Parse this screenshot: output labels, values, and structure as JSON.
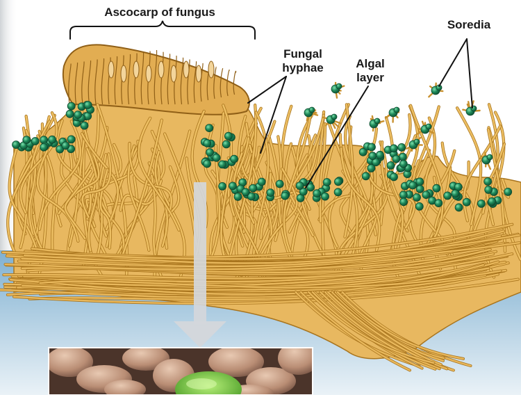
{
  "diagram": {
    "labels": {
      "ascocarp": "Ascocarp of fungus",
      "fungal_hyphae": "Fungal\nhyphae",
      "algal_layer": "Algal\nlayer",
      "soredia": "Soredia"
    },
    "colors": {
      "hyphae": "#d9a441",
      "hyphae_dark": "#a8741d",
      "algae": "#1f8a5a",
      "algae_highlight": "#6fd3a0",
      "substrate_top": "#8fbad6",
      "substrate_bottom": "#e3eef5",
      "arrow": "#d4d7db",
      "micrograph_bg": "#5a4034",
      "micrograph_green": "#6fc241"
    }
  }
}
